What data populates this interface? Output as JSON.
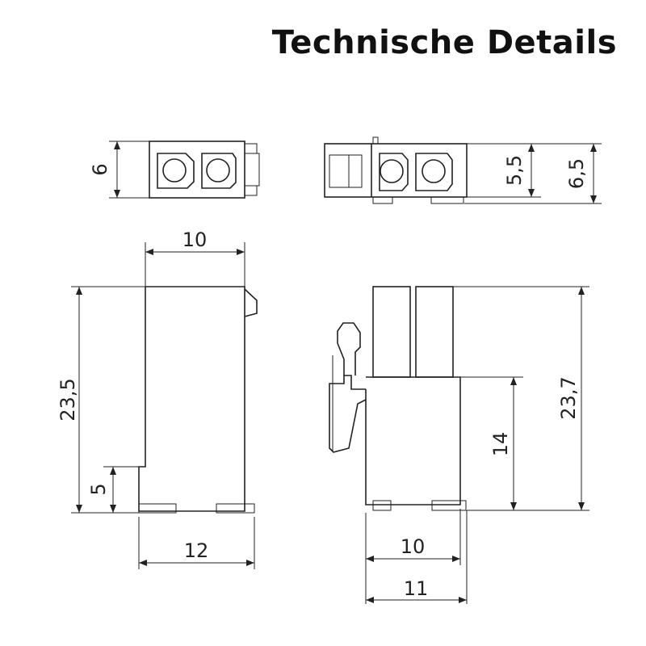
{
  "title": "Technische Details",
  "dimensions": {
    "top_left_height": "6",
    "top_right_inner_height": "5,5",
    "top_right_outer_height": "6,5",
    "side_left_width": "10",
    "side_left_height": "23,5",
    "side_left_step": "5",
    "side_left_base": "12",
    "side_right_height": "23,7",
    "side_right_body": "14",
    "side_right_width_inner": "10",
    "side_right_width_outer": "11"
  }
}
